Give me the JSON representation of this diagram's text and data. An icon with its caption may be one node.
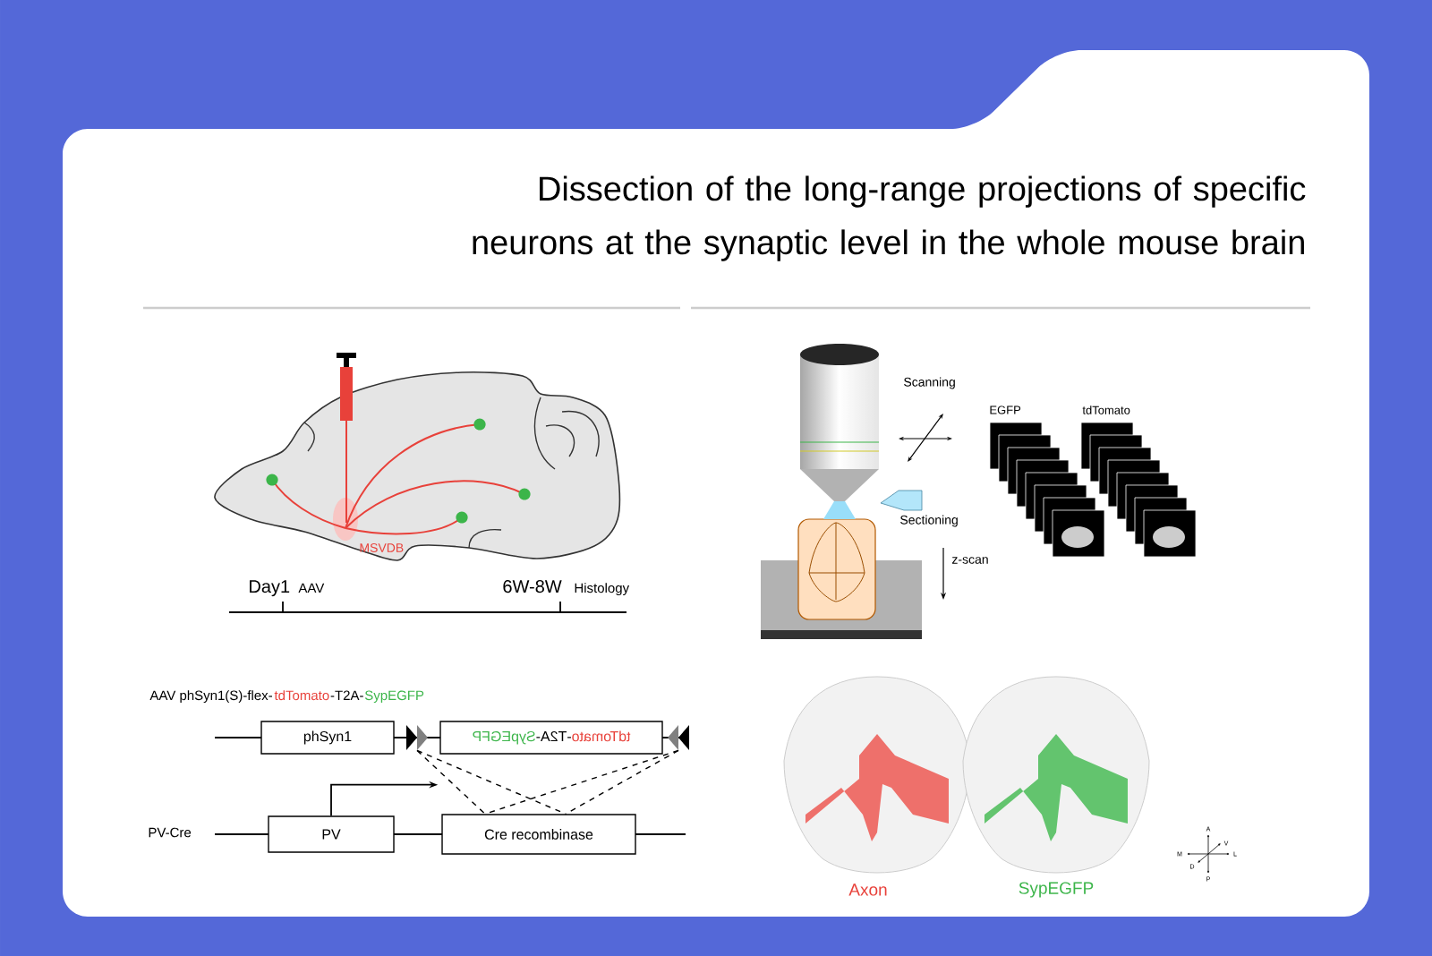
{
  "diagram": {
    "title": "Dissection of the long-range projections of specific neurons at the synaptic level in the whole mouse brain",
    "nodes": [
      {
        "text": [
          "phSyn1"
        ]
      },
      {
        "text": [],
        "shape": "triangle"
      },
      {
        "text": [
          "tdTomato",
          "-T2A-",
          "SypEGFP"
        ]
      },
      {
        "text": [],
        "shape": "triangle"
      },
      {
        "text": [
          "PV"
        ]
      },
      {
        "text": [
          "Cre recombinase"
        ]
      }
    ],
    "edges": [
      {
        "from": 4,
        "to": 2,
        "arrow": "to"
      },
      {
        "from": 1,
        "to": 5,
        "arrow": "none",
        "style": "dashed"
      },
      {
        "from": 1,
        "to": 5,
        "arrow": "none",
        "style": "dashed"
      },
      {
        "from": 3,
        "to": 5,
        "arrow": "none",
        "style": "dashed"
      },
      {
        "from": 3,
        "to": 5,
        "arrow": "none",
        "style": "dashed"
      }
    ],
    "labels": [
      "MSVDB",
      "Day1",
      "AAV",
      "6W-8W",
      "Histology",
      "AAV phSyn1(S)-flex-",
      "tdTomato",
      "-T2A-",
      "SypEGFP",
      "PV-Cre",
      "Scanning",
      "EGFP",
      "tdTomato",
      "Sectioning",
      "z-scan",
      "Axon",
      "SypEGFP",
      "A",
      "V",
      "M",
      "L",
      "D",
      "P"
    ]
  }
}
